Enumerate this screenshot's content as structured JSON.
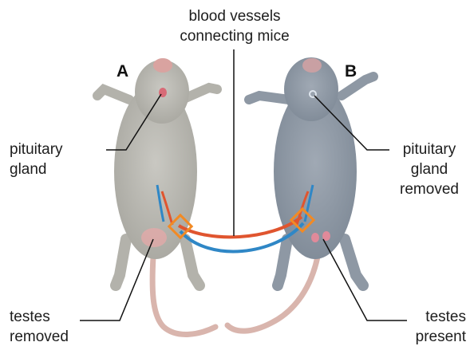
{
  "title_lines": [
    "blood vessels",
    "connecting mice"
  ],
  "mouse_a": {
    "letter": "A",
    "upper_label": [
      "pituitary",
      "gland"
    ],
    "lower_label": [
      "testes",
      "removed"
    ]
  },
  "mouse_b": {
    "letter": "B",
    "upper_label": [
      "pituitary",
      "gland",
      "removed"
    ],
    "lower_label": [
      "testes",
      "present"
    ]
  },
  "colors": {
    "mouse_fur_a": "#b9b8b2",
    "mouse_fur_b": "#8f99a5",
    "artery": "#e0552f",
    "vein": "#2f87c6",
    "pink": "#e9a8a8",
    "clamp": "#f28a24"
  }
}
